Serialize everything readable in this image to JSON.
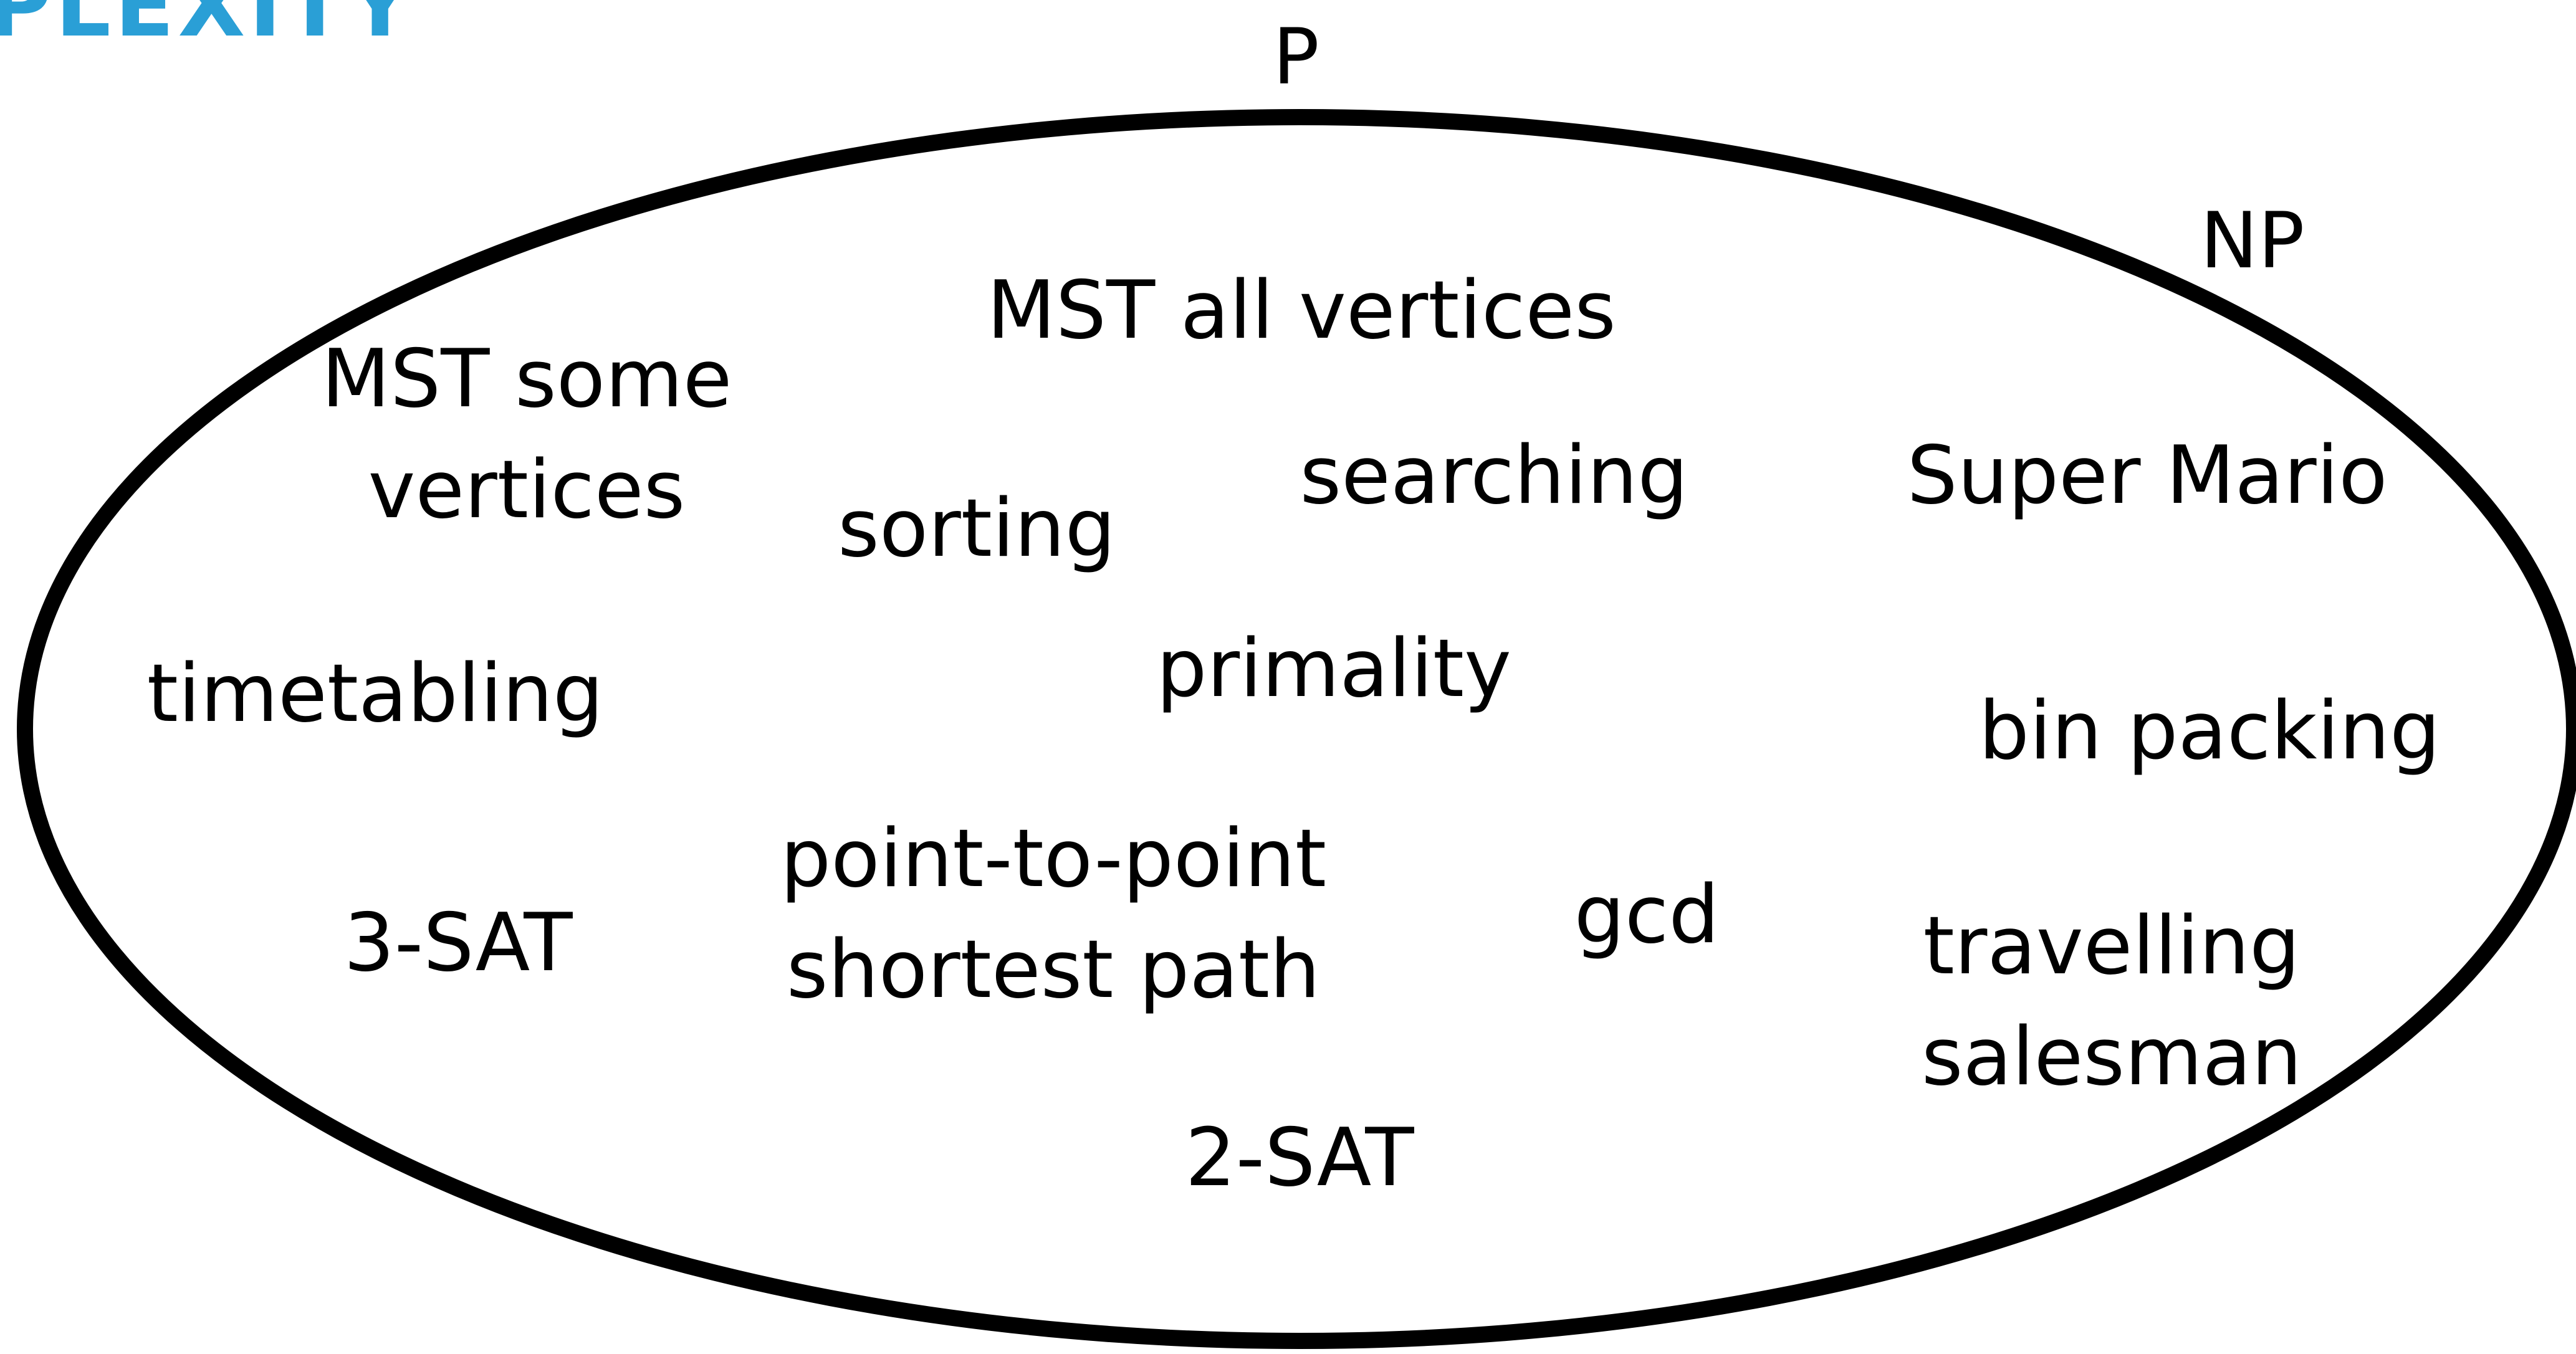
{
  "logo": {
    "text": "PLEXITY",
    "color": "#2a9fd6"
  },
  "diagram": {
    "outer_label": "P",
    "ellipse_label": "NP",
    "problems": {
      "mst_some_vertices": [
        "MST some",
        "vertices"
      ],
      "mst_all_vertices": "MST all vertices",
      "searching": "searching",
      "sorting": "sorting",
      "super_mario": "Super Mario",
      "timetabling": "timetabling",
      "primality": "primality",
      "bin_packing": "bin packing",
      "point_to_point": [
        "point-to-point",
        "shortest path"
      ],
      "gcd": "gcd",
      "three_sat": "3-SAT",
      "travelling_salesman": [
        "travelling",
        "salesman"
      ],
      "two_sat": "2-SAT"
    }
  }
}
